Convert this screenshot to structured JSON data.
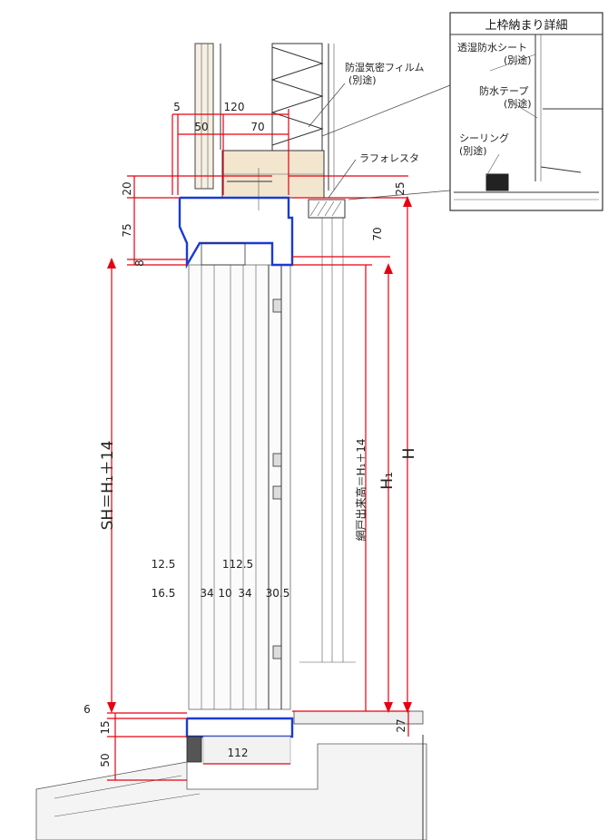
{
  "detail_box": {
    "title": "上枠納まり詳細",
    "labels": {
      "sheet": "透湿防水シート",
      "sheet_note": "(別途)",
      "tape": "防水テープ",
      "tape_note": "(別途)",
      "sealing": "シーリング",
      "sealing_note": "(別途)"
    }
  },
  "callouts": {
    "film": "防湿気密フィルム",
    "film_note": "(別途)",
    "lath": "ラフォレスタ"
  },
  "dimensions": {
    "d5": "5",
    "d120": "120",
    "d50_top": "50",
    "d70_top": "70",
    "d20": "20",
    "d25": "25",
    "d75": "75",
    "d70_right": "70",
    "d8": "8",
    "d12_5": "12.5",
    "d112_5": "112.5",
    "d16_5": "16.5",
    "d34a": "34",
    "d10": "10",
    "d34b": "34",
    "d30_5": "30.5",
    "d6": "6",
    "d15": "15",
    "d50_bottom": "50",
    "d112": "112",
    "d27": "27"
  },
  "heights": {
    "sh": "SH＝H₁＋14",
    "screen": "網戸出来高＝H₁＋14",
    "h1": "H₁",
    "h": "H"
  },
  "colors": {
    "dimension": "#e60012",
    "frame": "#1a3bd6",
    "wood": "#f3e6cf"
  }
}
